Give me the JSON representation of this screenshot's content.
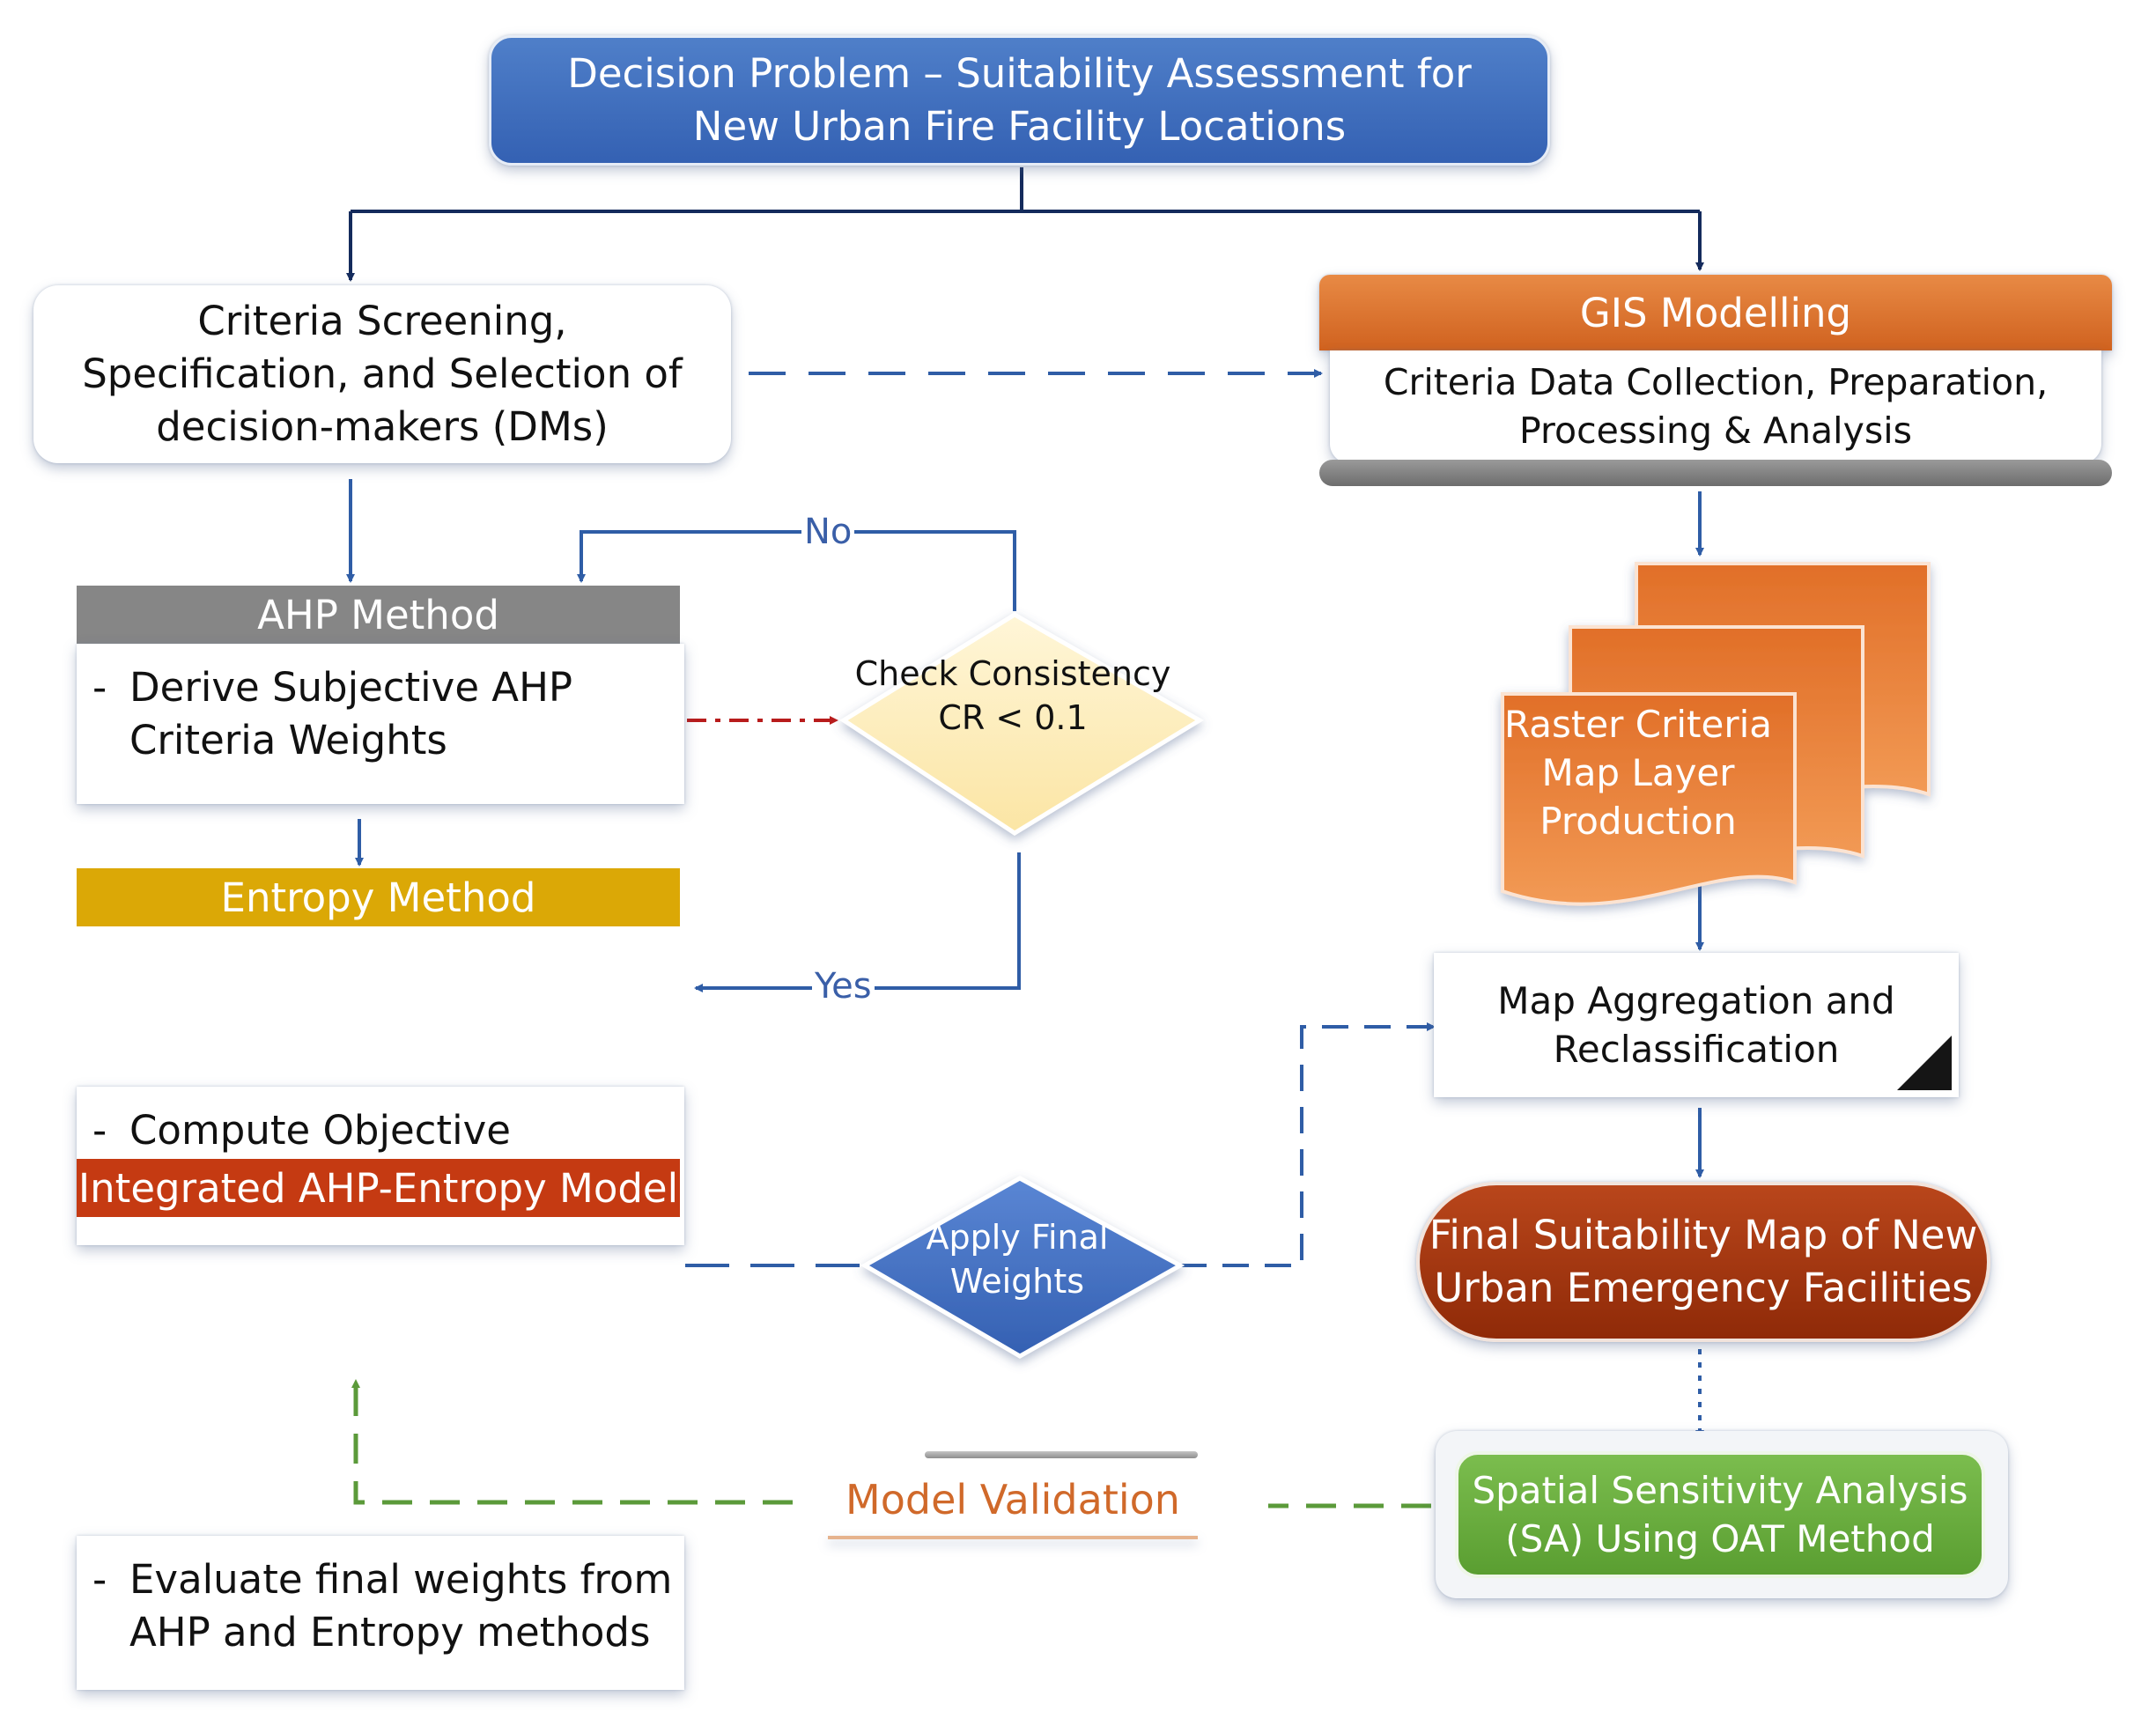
{
  "decision": {
    "text": "Decision Problem – Suitability Assessment for New Urban Fire Facility Locations"
  },
  "criteria": {
    "text": "Criteria Screening, Specification, and Selection of decision-makers (DMs)"
  },
  "gis": {
    "header": "GIS Modelling",
    "body": "Criteria Data Collection, Preparation, Processing & Analysis"
  },
  "ahp": {
    "header": "AHP Method",
    "dash": "-",
    "body": "Derive Subjective AHP Criteria Weights"
  },
  "entropy": {
    "header": "Entropy Method",
    "dash": "-",
    "body": "Compute Objective Entropy Criteria Weights"
  },
  "integrated": {
    "header": "Integrated AHP-Entropy Model",
    "dash": "-",
    "body": "Evaluate final weights from AHP and Entropy methods"
  },
  "check": {
    "text": "Check Consistency CR < 0.1"
  },
  "apply": {
    "text": "Apply Final Weights"
  },
  "raster": {
    "text": "Raster Criteria Map Layer Production"
  },
  "map_agg": {
    "text": "Map Aggregation and Reclassification"
  },
  "final_map": {
    "text": "Final Suitability Map of New Urban Emergency Facilities"
  },
  "sa": {
    "text": "Spatial Sensitivity Analysis (SA) Using OAT Method"
  },
  "validation": {
    "text": "Model Validation"
  },
  "labels": {
    "no": "No",
    "yes": "Yes"
  },
  "colors": {
    "decision": "#3d6bbd",
    "gis_header": "#dc7332",
    "ahp_header": "#868686",
    "entropy_header": "#dba806",
    "integrated_header": "#c53a12",
    "check_fill": "#fdefc0",
    "apply_fill": "#3f6fc4",
    "raster_fill": "#ee8238",
    "final_map": "#a63711",
    "sa_fill": "#6aaf3f",
    "validation_text": "#d0692a",
    "arrow": "#2f5da6",
    "dark_arrow": "#142b5c",
    "red_arrow": "#b81c1c",
    "green_arrow": "#5b9a3a"
  }
}
